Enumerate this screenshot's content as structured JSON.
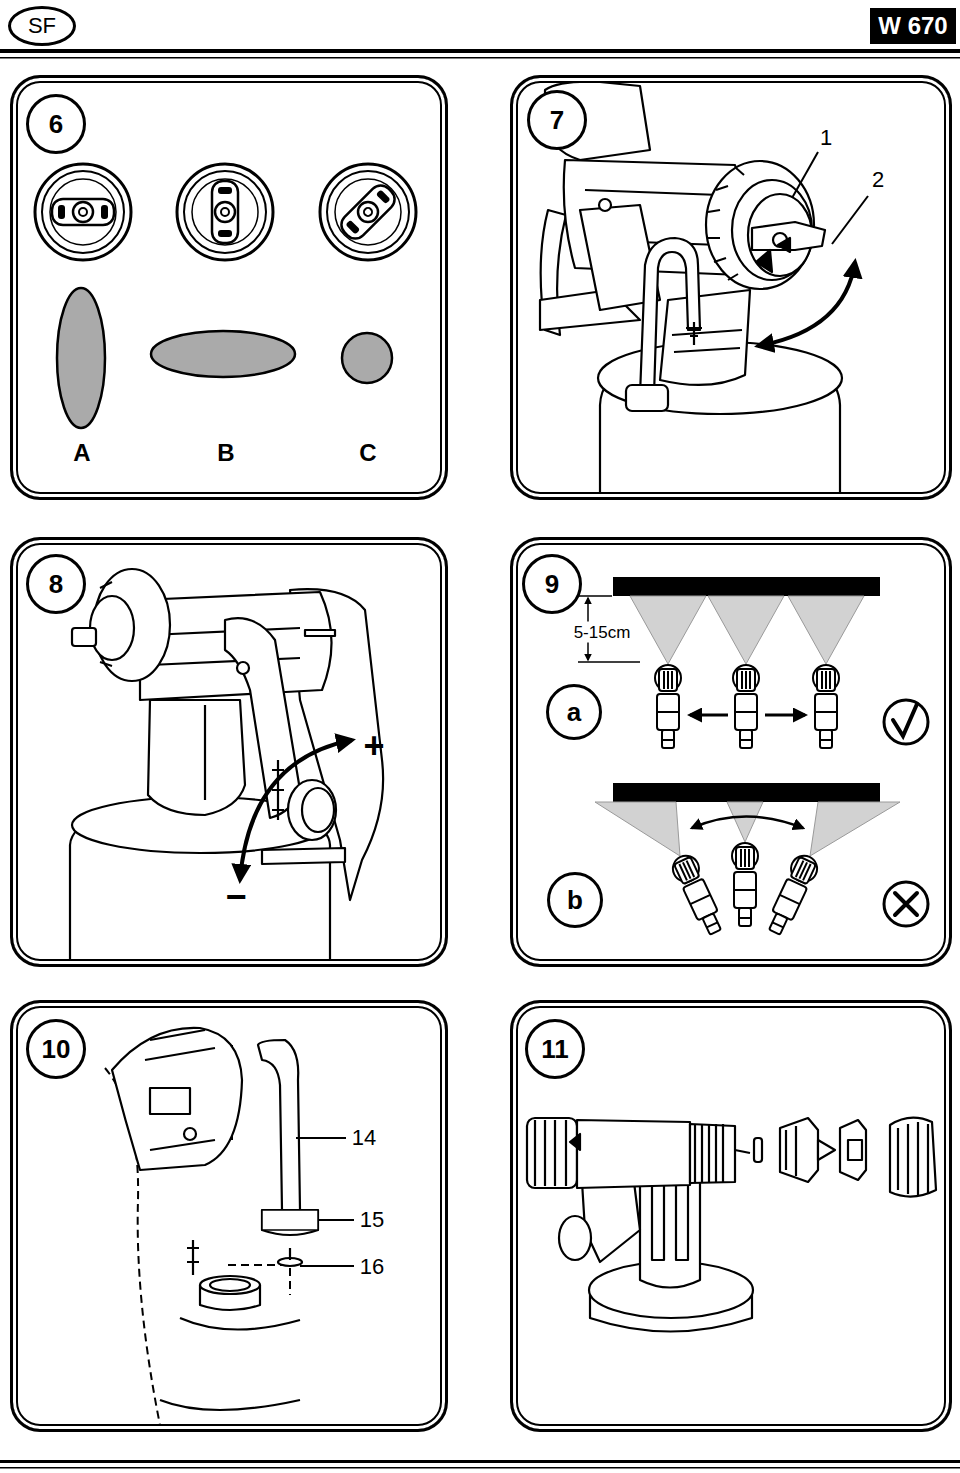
{
  "diagram": {
    "nodes": [
      {
        "text": [
          "SF"
        ]
      },
      {
        "text": [
          "W 670"
        ]
      },
      {
        "text": [
          "6"
        ]
      },
      {
        "text": [
          "7"
        ]
      },
      {
        "text": [
          "8"
        ]
      },
      {
        "text": [
          "9"
        ]
      },
      {
        "text": [
          "a"
        ],
        "in": 5
      },
      {
        "text": [
          "b"
        ],
        "in": 5
      },
      {
        "text": [
          "10"
        ]
      },
      {
        "text": [
          "11"
        ]
      }
    ],
    "labels": [
      "A",
      "B",
      "C",
      "1",
      "2",
      "+",
      "−",
      "5-15cm",
      "14",
      "15",
      "16"
    ]
  }
}
